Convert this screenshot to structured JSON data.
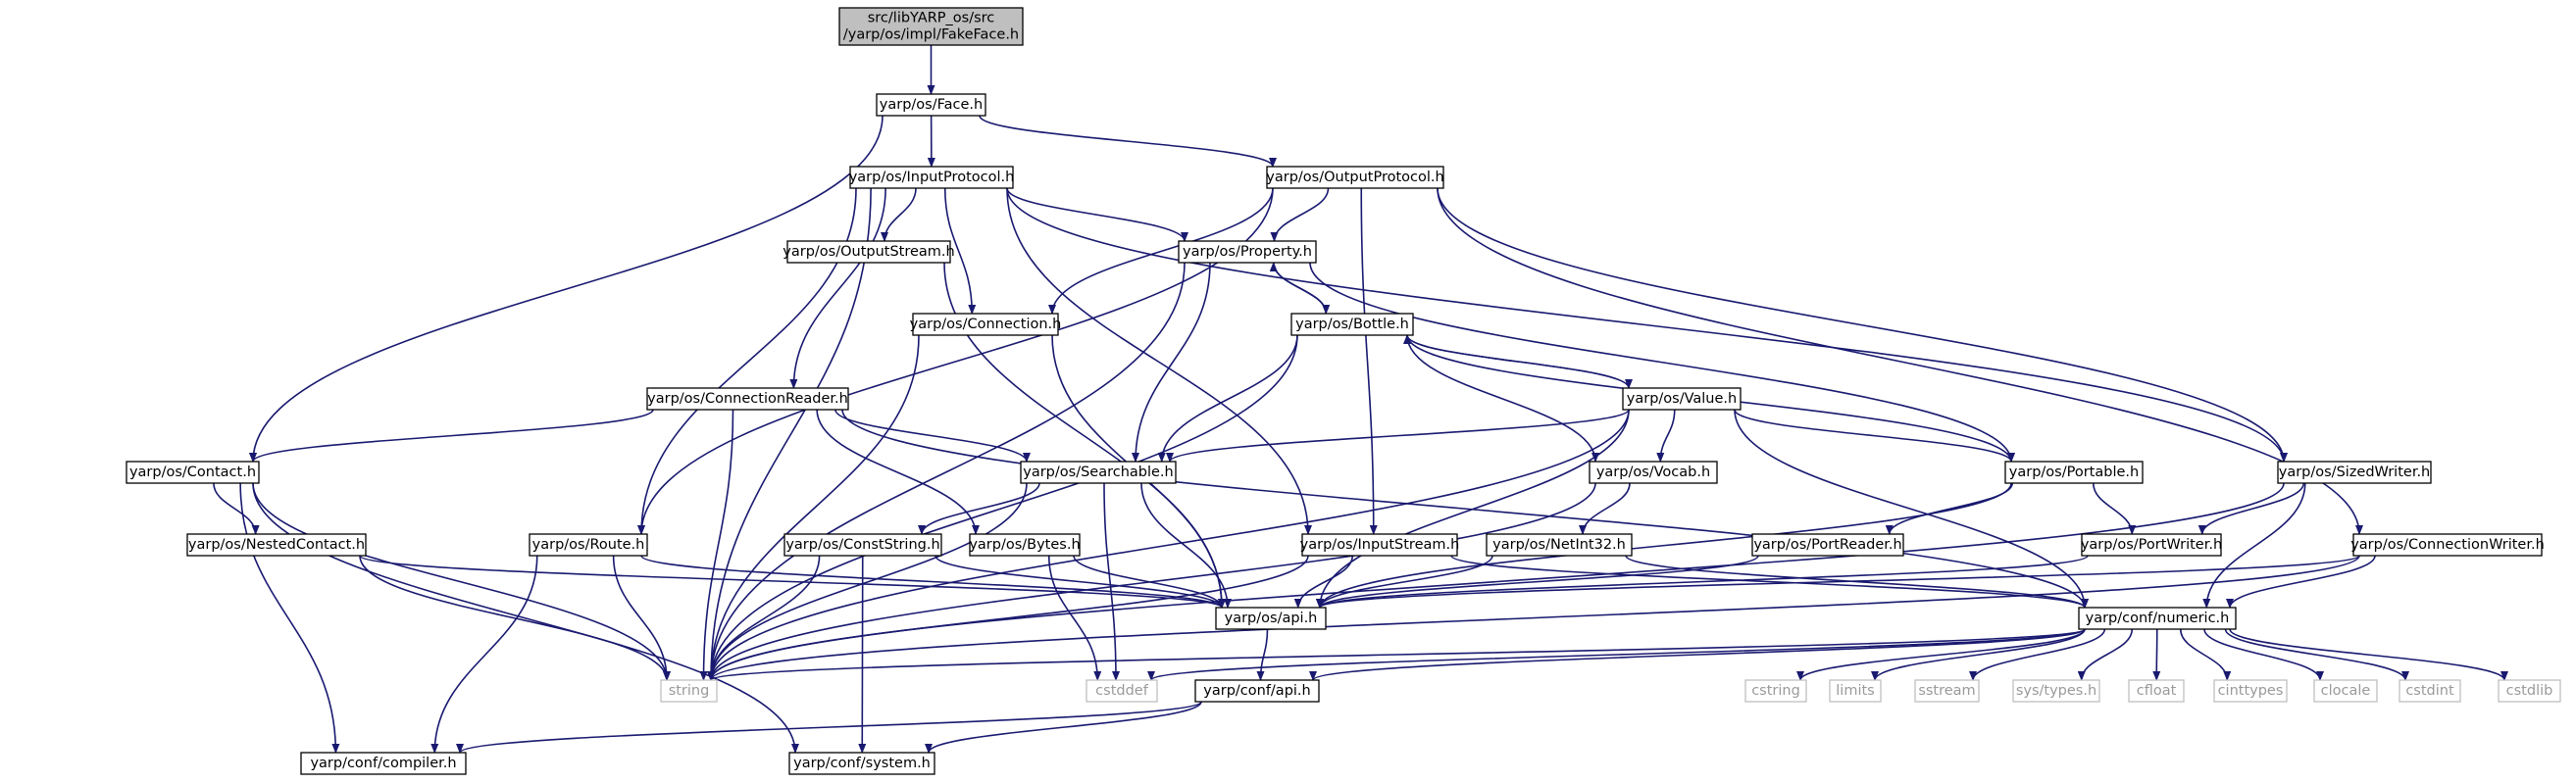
{
  "diagram": {
    "nodes": [
      {
        "id": "n_root",
        "lines": [
          "src/libYARP_os/src",
          "/yarp/os/impl/FakeFace.h"
        ],
        "style": "root"
      },
      {
        "id": "n_face",
        "lines": [
          "yarp/os/Face.h"
        ]
      },
      {
        "id": "n_inproto",
        "lines": [
          "yarp/os/InputProtocol.h"
        ]
      },
      {
        "id": "n_outproto",
        "lines": [
          "yarp/os/OutputProtocol.h"
        ]
      },
      {
        "id": "n_outstream",
        "lines": [
          "yarp/os/OutputStream.h"
        ]
      },
      {
        "id": "n_property",
        "lines": [
          "yarp/os/Property.h"
        ]
      },
      {
        "id": "n_connection",
        "lines": [
          "yarp/os/Connection.h"
        ]
      },
      {
        "id": "n_bottle",
        "lines": [
          "yarp/os/Bottle.h"
        ]
      },
      {
        "id": "n_connreader",
        "lines": [
          "yarp/os/ConnectionReader.h"
        ]
      },
      {
        "id": "n_value",
        "lines": [
          "yarp/os/Value.h"
        ]
      },
      {
        "id": "n_contact",
        "lines": [
          "yarp/os/Contact.h"
        ]
      },
      {
        "id": "n_searchable",
        "lines": [
          "yarp/os/Searchable.h"
        ]
      },
      {
        "id": "n_vocab",
        "lines": [
          "yarp/os/Vocab.h"
        ]
      },
      {
        "id": "n_portable",
        "lines": [
          "yarp/os/Portable.h"
        ]
      },
      {
        "id": "n_sizedwriter",
        "lines": [
          "yarp/os/SizedWriter.h"
        ]
      },
      {
        "id": "n_nestedcontact",
        "lines": [
          "yarp/os/NestedContact.h"
        ]
      },
      {
        "id": "n_route",
        "lines": [
          "yarp/os/Route.h"
        ]
      },
      {
        "id": "n_conststring",
        "lines": [
          "yarp/os/ConstString.h"
        ]
      },
      {
        "id": "n_bytes",
        "lines": [
          "yarp/os/Bytes.h"
        ]
      },
      {
        "id": "n_instream",
        "lines": [
          "yarp/os/InputStream.h"
        ]
      },
      {
        "id": "n_netint32",
        "lines": [
          "yarp/os/NetInt32.h"
        ]
      },
      {
        "id": "n_portreader",
        "lines": [
          "yarp/os/PortReader.h"
        ]
      },
      {
        "id": "n_portwriter",
        "lines": [
          "yarp/os/PortWriter.h"
        ]
      },
      {
        "id": "n_connwriter",
        "lines": [
          "yarp/os/ConnectionWriter.h"
        ]
      },
      {
        "id": "n_osapi",
        "lines": [
          "yarp/os/api.h"
        ]
      },
      {
        "id": "n_numeric",
        "lines": [
          "yarp/conf/numeric.h"
        ]
      },
      {
        "id": "n_string",
        "lines": [
          "string"
        ],
        "style": "ext"
      },
      {
        "id": "n_cstddef",
        "lines": [
          "cstddef"
        ],
        "style": "ext"
      },
      {
        "id": "n_confapi",
        "lines": [
          "yarp/conf/api.h"
        ]
      },
      {
        "id": "n_cstring",
        "lines": [
          "cstring"
        ],
        "style": "ext"
      },
      {
        "id": "n_limits",
        "lines": [
          "limits"
        ],
        "style": "ext"
      },
      {
        "id": "n_sstream",
        "lines": [
          "sstream"
        ],
        "style": "ext"
      },
      {
        "id": "n_systypes",
        "lines": [
          "sys/types.h"
        ],
        "style": "ext"
      },
      {
        "id": "n_cfloat",
        "lines": [
          "cfloat"
        ],
        "style": "ext"
      },
      {
        "id": "n_cinttypes",
        "lines": [
          "cinttypes"
        ],
        "style": "ext"
      },
      {
        "id": "n_clocale",
        "lines": [
          "clocale"
        ],
        "style": "ext"
      },
      {
        "id": "n_cstdint",
        "lines": [
          "cstdint"
        ],
        "style": "ext"
      },
      {
        "id": "n_cstdlib",
        "lines": [
          "cstdlib"
        ],
        "style": "ext"
      },
      {
        "id": "n_compiler",
        "lines": [
          "yarp/conf/compiler.h"
        ]
      },
      {
        "id": "n_system",
        "lines": [
          "yarp/conf/system.h"
        ]
      }
    ],
    "edges": [
      [
        "n_root",
        "n_face"
      ],
      [
        "n_face",
        "n_contact"
      ],
      [
        "n_face",
        "n_inproto"
      ],
      [
        "n_face",
        "n_outproto"
      ],
      [
        "n_inproto",
        "n_string"
      ],
      [
        "n_inproto",
        "n_route"
      ],
      [
        "n_inproto",
        "n_connreader"
      ],
      [
        "n_inproto",
        "n_outstream"
      ],
      [
        "n_inproto",
        "n_connection"
      ],
      [
        "n_inproto",
        "n_property"
      ],
      [
        "n_inproto",
        "n_instream"
      ],
      [
        "n_inproto",
        "n_sizedwriter"
      ],
      [
        "n_outproto",
        "n_connection"
      ],
      [
        "n_outproto",
        "n_property"
      ],
      [
        "n_outproto",
        "n_route"
      ],
      [
        "n_outproto",
        "n_instream"
      ],
      [
        "n_outproto",
        "n_sizedwriter"
      ],
      [
        "n_outproto",
        "n_connwriter"
      ],
      [
        "n_outstream",
        "n_osapi"
      ],
      [
        "n_property",
        "n_bottle"
      ],
      [
        "n_property",
        "n_searchable"
      ],
      [
        "n_property",
        "n_string"
      ],
      [
        "n_property",
        "n_portable"
      ],
      [
        "n_bottle",
        "n_property"
      ],
      [
        "n_bottle",
        "n_value"
      ],
      [
        "n_bottle",
        "n_searchable"
      ],
      [
        "n_bottle",
        "n_string"
      ],
      [
        "n_bottle",
        "n_vocab"
      ],
      [
        "n_bottle",
        "n_portable"
      ],
      [
        "n_connection",
        "n_string"
      ],
      [
        "n_connection",
        "n_osapi"
      ],
      [
        "n_connreader",
        "n_contact"
      ],
      [
        "n_connreader",
        "n_searchable"
      ],
      [
        "n_connreader",
        "n_bytes"
      ],
      [
        "n_connreader",
        "n_string"
      ],
      [
        "n_connreader",
        "n_numeric"
      ],
      [
        "n_value",
        "n_bottle"
      ],
      [
        "n_value",
        "n_searchable"
      ],
      [
        "n_value",
        "n_vocab"
      ],
      [
        "n_value",
        "n_portable"
      ],
      [
        "n_value",
        "n_numeric"
      ],
      [
        "n_value",
        "n_string"
      ],
      [
        "n_value",
        "n_osapi"
      ],
      [
        "n_contact",
        "n_nestedcontact"
      ],
      [
        "n_contact",
        "n_string"
      ],
      [
        "n_contact",
        "n_compiler"
      ],
      [
        "n_contact",
        "n_system"
      ],
      [
        "n_nestedcontact",
        "n_string"
      ],
      [
        "n_nestedcontact",
        "n_osapi"
      ],
      [
        "n_searchable",
        "n_conststring"
      ],
      [
        "n_searchable",
        "n_string"
      ],
      [
        "n_searchable",
        "n_osapi"
      ],
      [
        "n_searchable",
        "n_cstddef"
      ],
      [
        "n_route",
        "n_string"
      ],
      [
        "n_route",
        "n_osapi"
      ],
      [
        "n_route",
        "n_compiler"
      ],
      [
        "n_conststring",
        "n_string"
      ],
      [
        "n_conststring",
        "n_osapi"
      ],
      [
        "n_conststring",
        "n_system"
      ],
      [
        "n_bytes",
        "n_osapi"
      ],
      [
        "n_bytes",
        "n_cstddef"
      ],
      [
        "n_instream",
        "n_osapi"
      ],
      [
        "n_instream",
        "n_string"
      ],
      [
        "n_instream",
        "n_numeric"
      ],
      [
        "n_vocab",
        "n_netint32"
      ],
      [
        "n_vocab",
        "n_string"
      ],
      [
        "n_netint32",
        "n_osapi"
      ],
      [
        "n_netint32",
        "n_numeric"
      ],
      [
        "n_portable",
        "n_portreader"
      ],
      [
        "n_portable",
        "n_portwriter"
      ],
      [
        "n_portable",
        "n_osapi"
      ],
      [
        "n_portreader",
        "n_osapi"
      ],
      [
        "n_portwriter",
        "n_osapi"
      ],
      [
        "n_sizedwriter",
        "n_portwriter"
      ],
      [
        "n_sizedwriter",
        "n_numeric"
      ],
      [
        "n_sizedwriter",
        "n_string"
      ],
      [
        "n_connwriter",
        "n_osapi"
      ],
      [
        "n_connwriter",
        "n_numeric"
      ],
      [
        "n_connwriter",
        "n_string"
      ],
      [
        "n_osapi",
        "n_confapi"
      ],
      [
        "n_confapi",
        "n_compiler"
      ],
      [
        "n_confapi",
        "n_system"
      ],
      [
        "n_numeric",
        "n_confapi"
      ],
      [
        "n_numeric",
        "n_string"
      ],
      [
        "n_numeric",
        "n_cstddef"
      ],
      [
        "n_numeric",
        "n_cstring"
      ],
      [
        "n_numeric",
        "n_limits"
      ],
      [
        "n_numeric",
        "n_sstream"
      ],
      [
        "n_numeric",
        "n_systypes"
      ],
      [
        "n_numeric",
        "n_cfloat"
      ],
      [
        "n_numeric",
        "n_cinttypes"
      ],
      [
        "n_numeric",
        "n_clocale"
      ],
      [
        "n_numeric",
        "n_cstdint"
      ],
      [
        "n_numeric",
        "n_cstdlib"
      ]
    ]
  }
}
